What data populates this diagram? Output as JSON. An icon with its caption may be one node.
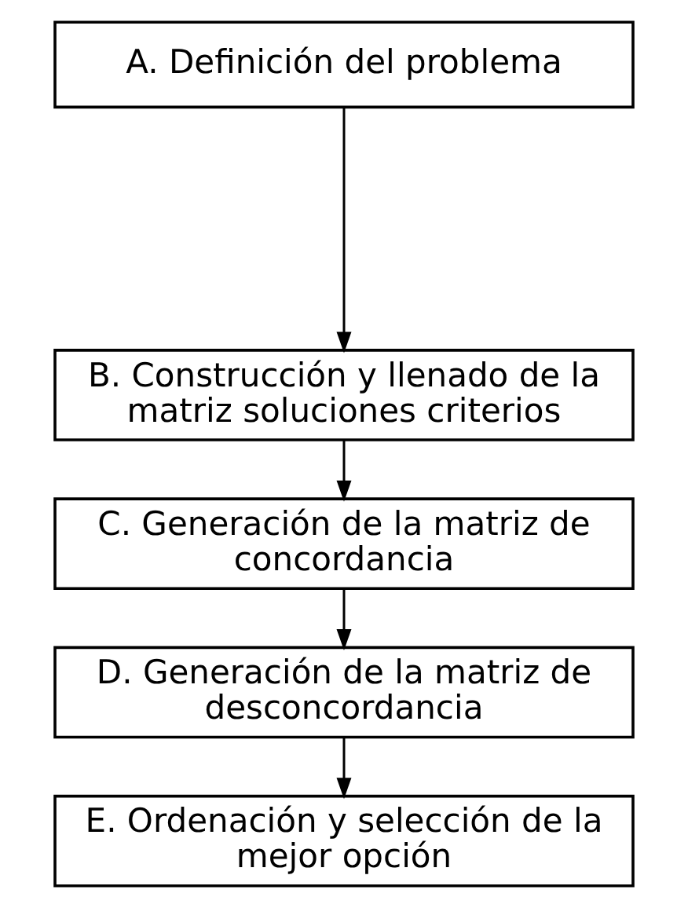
{
  "diagram": {
    "nodes": [
      {
        "text": [
          "A. Definición del problema"
        ]
      },
      {
        "text": [
          "B. Construcción y llenado de la matriz soluciones criterios"
        ]
      },
      {
        "text": [
          "C. Generación de la matriz de concordancia"
        ]
      },
      {
        "text": [
          "D. Generación de la matriz de desconcordancia"
        ]
      },
      {
        "text": [
          "E. Ordenación y selección de la mejor opción"
        ]
      }
    ],
    "edges": [
      {
        "from": 0,
        "to": 1,
        "arrow": "to"
      },
      {
        "from": 1,
        "to": 2,
        "arrow": "to"
      },
      {
        "from": 2,
        "to": 3,
        "arrow": "to"
      },
      {
        "from": 3,
        "to": 4,
        "arrow": "to"
      }
    ]
  }
}
